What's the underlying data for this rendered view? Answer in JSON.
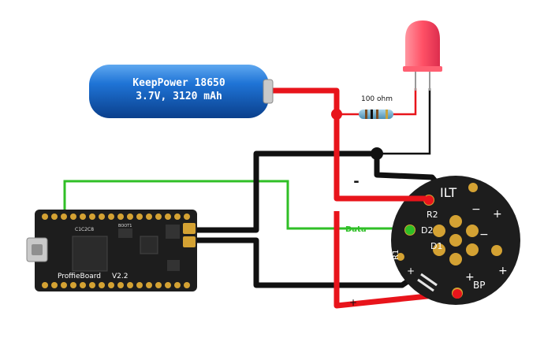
{
  "battery": {
    "brand_line": "KeepPower 18650",
    "spec_line": "3.7V, 3120 mAh"
  },
  "resistor": {
    "label": "100 ohm"
  },
  "signs": {
    "minus": "-",
    "plus": "+"
  },
  "board": {
    "top_marks": "C1C2C8",
    "small_marks": "BOOT1",
    "name": "ProffieBoard",
    "version": "V2.2"
  },
  "data_wire": {
    "label": "Data"
  },
  "pcb": {
    "title": "ILT",
    "r2": "R2",
    "d2": "D2",
    "d1": "D1",
    "r1": "R1",
    "bp": "BP",
    "minus": "−",
    "plus": "+"
  },
  "colors": {
    "battery": "#1d6fd0",
    "positive_wire": "#e8141b",
    "negative_wire": "#111111",
    "data_wire": "#2fbf26",
    "led": "#ff4f64",
    "board": "#1d1d1d",
    "gold": "#d4a233"
  }
}
